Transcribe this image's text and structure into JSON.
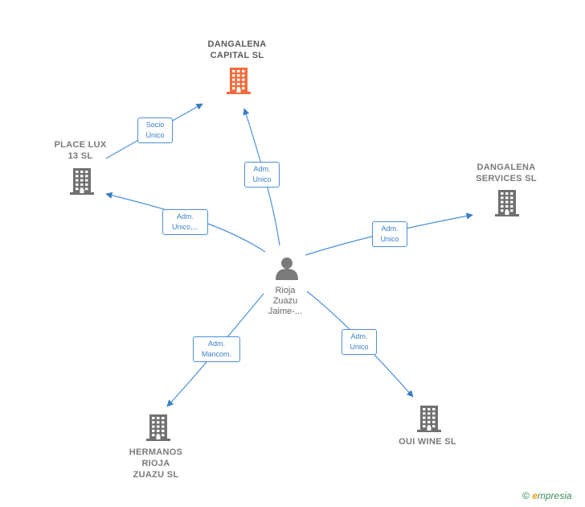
{
  "nodes": {
    "dangalena_capital": {
      "lines": [
        "DANGALENA",
        "CAPITAL  SL"
      ],
      "color": "#f26c3b"
    },
    "place_lux": {
      "lines": [
        "PLACE LUX",
        "13  SL"
      ],
      "color": "#707070"
    },
    "dangalena_services": {
      "lines": [
        "DANGALENA",
        "SERVICES  SL"
      ],
      "color": "#707070"
    },
    "hermanos_rioja": {
      "lines": [
        "HERMANOS",
        "RIOJA",
        "ZUAZU SL"
      ],
      "color": "#707070"
    },
    "oui_wine": {
      "lines": [
        "OUI WINE  SL"
      ],
      "color": "#707070"
    }
  },
  "person": {
    "lines": [
      "Rioja",
      "Zuazu",
      "Jaime-..."
    ],
    "color": "#7a7a7a"
  },
  "edges": {
    "socio_unico": [
      "Socio",
      "Único"
    ],
    "adm_capital": [
      "Adm.",
      "Unico"
    ],
    "adm_placelux": [
      "Adm.",
      "Unico,..."
    ],
    "adm_services": [
      "Adm.",
      "Unico"
    ],
    "adm_hermanos": [
      "Adm.",
      "Mancom."
    ],
    "adm_ouiwine": [
      "Adm.",
      "Unico"
    ]
  },
  "colors": {
    "edge": "#4a90d9"
  },
  "footer": {
    "copyright": "©",
    "brand_initial": "e",
    "brand_rest": "mpresia"
  }
}
